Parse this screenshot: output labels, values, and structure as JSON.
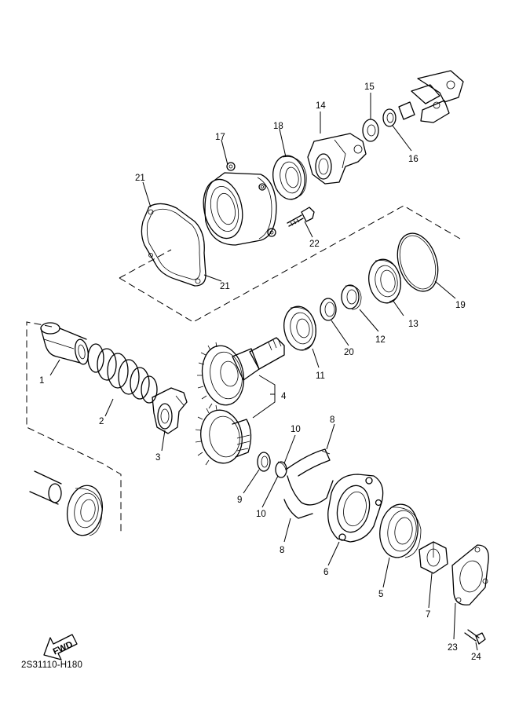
{
  "diagram_code": "2S31110-H180",
  "fwd_label": "FWD",
  "callouts": [
    "1",
    "2",
    "3",
    "4",
    "5",
    "6",
    "7",
    "8",
    "8",
    "9",
    "10",
    "10",
    "11",
    "12",
    "13",
    "14",
    "15",
    "16",
    "17",
    "18",
    "19",
    "20",
    "21",
    "21",
    "22",
    "23",
    "24"
  ]
}
